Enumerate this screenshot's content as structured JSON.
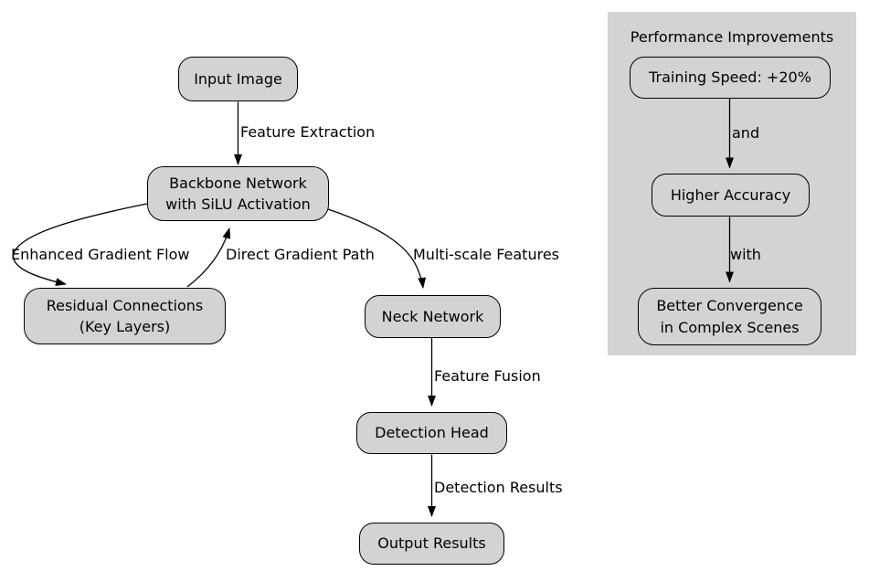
{
  "diagram": {
    "nodes": {
      "input_image": "Input Image",
      "backbone": "Backbone Network\nwith SiLU Activation",
      "residual": "Residual Connections\n(Key Layers)",
      "neck": "Neck Network",
      "detection_head": "Detection Head",
      "output_results": "Output Results"
    },
    "edge_labels": {
      "feature_extraction": "Feature Extraction",
      "enhanced_gradient_flow": "Enhanced Gradient Flow",
      "direct_gradient_path": "Direct Gradient Path",
      "multi_scale_features": "Multi-scale Features",
      "feature_fusion": "Feature Fusion",
      "detection_results": "Detection Results"
    },
    "cluster": {
      "title": "Performance Improvements",
      "nodes": {
        "training_speed": "Training Speed: +20%",
        "higher_accuracy": "Higher Accuracy",
        "better_convergence": "Better Convergence\nin Complex Scenes"
      },
      "edge_labels": {
        "and": "and",
        "with": "with"
      }
    },
    "colors": {
      "background": "#ffffff",
      "node_fill": "#d3d3d3",
      "cluster_fill": "#d3d3d3",
      "border": "#000000",
      "edge": "#000000"
    }
  }
}
